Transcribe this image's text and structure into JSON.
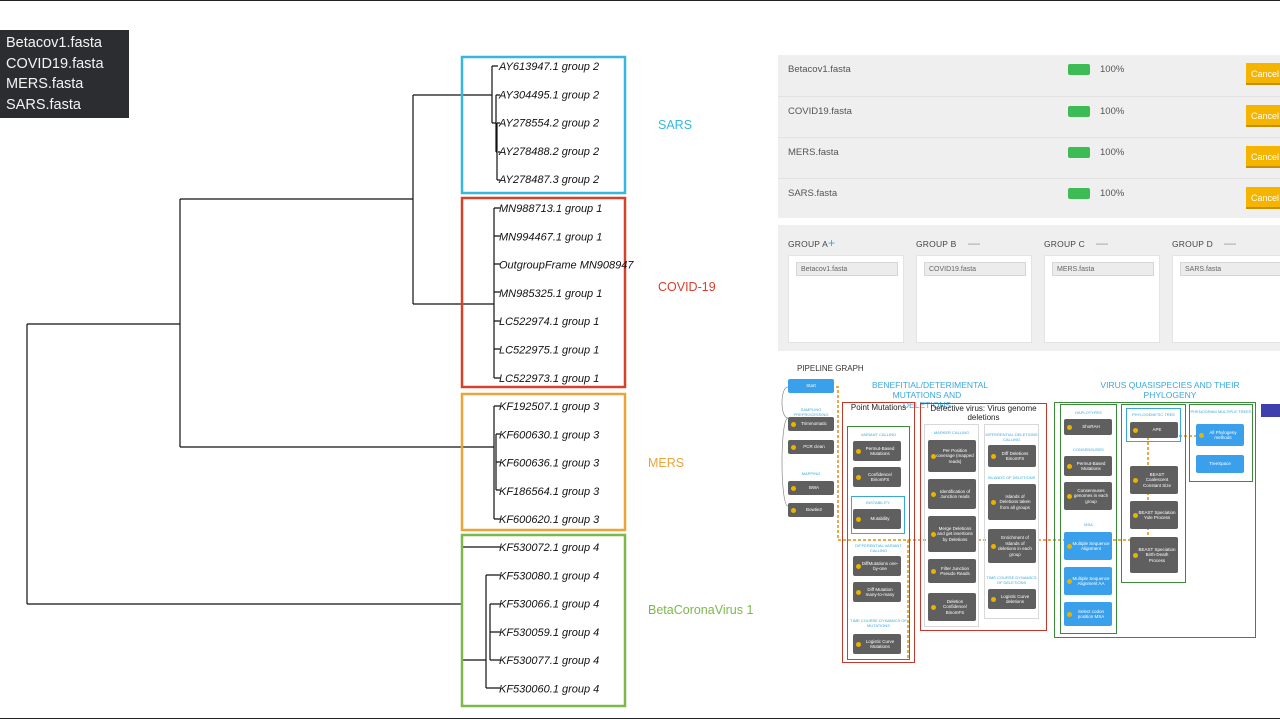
{
  "file_list": [
    "Betacov1.fasta",
    "COVID19.fasta",
    "MERS.fasta",
    "SARS.fasta"
  ],
  "tree": {
    "groups": [
      {
        "label": "SARS",
        "color": "#36b7e0",
        "leaves": [
          "AY613947.1 group 2",
          "AY304495.1 group 2",
          "AY278554.2 group 2",
          "AY278488.2 group 2",
          "AY278487.3 group 2"
        ]
      },
      {
        "label": "COVID-19",
        "color": "#d8402b",
        "leaves": [
          "MN988713.1 group 1",
          "MN994467.1 group 1",
          "OutgroupFrame MN908947",
          "MN985325.1 group 1",
          "LC522974.1 group 1",
          "LC522975.1 group 1",
          "LC522973.1 group 1"
        ]
      },
      {
        "label": "MERS",
        "color": "#e9a43a",
        "leaves": [
          "KF192507.1 group 3",
          "KF600630.1 group 3",
          "KF600636.1 group 3",
          "KF186564.1 group 3",
          "KF600620.1 group 3"
        ]
      },
      {
        "label": "BetaCoronaVirus 1",
        "color": "#7cb84b",
        "leaves": [
          "KF530072.1 group 4",
          "KF530080.1 group 4",
          "KF530066.1 group 4",
          "KF530059.1 group 4",
          "KF530077.1 group 4",
          "KF530060.1 group 4"
        ]
      }
    ]
  },
  "uploads": {
    "rows": [
      {
        "name": "Betacov1.fasta",
        "percent": "100%",
        "cancel": "Cancel"
      },
      {
        "name": "COVID19.fasta",
        "percent": "100%",
        "cancel": "Cancel"
      },
      {
        "name": "MERS.fasta",
        "percent": "100%",
        "cancel": "Cancel"
      },
      {
        "name": "SARS.fasta",
        "percent": "100%",
        "cancel": "Cancel"
      }
    ]
  },
  "groups": [
    {
      "label": "GROUP A",
      "symbol": "+",
      "file": "Betacov1.fasta"
    },
    {
      "label": "GROUP B",
      "symbol": "—",
      "file": "COVID19.fasta"
    },
    {
      "label": "GROUP C",
      "symbol": "—",
      "file": "MERS.fasta"
    },
    {
      "label": "GROUP D",
      "symbol": "—",
      "file": "SARS.fasta"
    }
  ],
  "pipeline": {
    "title": "PIPELINE GRAPH",
    "start": "Start",
    "sections": {
      "beneficial": "BENEFITIAL/DETERIMENTAL MUTATIONS AND DELETIONS",
      "quasispecies": "VIRUS QUASISPECIES AND THEIR PHYLOGENY"
    },
    "preproc": {
      "cat": "SAMPLING PREPROCESSING",
      "nodes": [
        "Trimmomatic",
        "PCR clean"
      ],
      "mapping_cat": "MAPPING",
      "mapping": [
        "BWA",
        "Bowtie2"
      ]
    },
    "point": {
      "title": "Point Mutations",
      "variant_cat": "VARIANT CALLING",
      "variant": [
        "Permut-Based Mutations",
        "Confidence/ BinomFS"
      ],
      "instab_cat": "INSTABILITY",
      "instab": [
        "Mutability"
      ],
      "diff_cat": "DIFFERENTIAL VARIANT CALLING",
      "diff": [
        "DiffMutations one-by-one",
        "Diff Mutation many-to-many"
      ],
      "time_cat": "TIME COURSE DYNAMICS OF MUTATIONS",
      "time": [
        "Logistic Curve Mutations"
      ]
    },
    "defective": {
      "title": "Defective virus: Virus genome deletions",
      "marker_cat": "MARKER CALLING",
      "marker": [
        "Per Position coverage (mapped reads)",
        "Identification of Junction reads",
        "Merge Deletions and get insertions by Deletions",
        "Filter Junction Pseudo Reads",
        "Deletion Confidence/ BinomFS"
      ],
      "diff_cat": "DIFFERENTIAL DELETIONS CALLING",
      "diff": [
        "Diff Deletions BinomFS"
      ],
      "islands_cat": "ISLANDS OF DELETIONS",
      "islands": [
        "Islands of Deletions taken from all groups",
        "Enrichment of Islands of deletions in each group"
      ],
      "time_cat": "TIME COURSE DYNAMICS OF DELETIONS",
      "time": [
        "Logistic Curve deletions"
      ]
    },
    "quasi": {
      "haplo_cat": "HAPLOTYPES",
      "haplo": [
        "ShoRAH"
      ],
      "consensus_cat": "CONSENSUSES",
      "consensus": [
        "Permut-Based Mutations",
        "Consensuses genomes in each group"
      ],
      "msa_cat": "MSA",
      "msa": [
        "Multiple Sequence Alignment",
        "Multiple Sequence Alignment AA",
        "Select codon position MSA"
      ],
      "phylo_cat": "PHYLOGENETIC TREE",
      "phylo": [
        "APE",
        "BEAST Coalescent Constant Size",
        "BEAST Speciation Yule Process",
        "BEAST Speciation Birth-Death Process"
      ],
      "hist_cat": "PHENOGRAM MULTIPLE TREES",
      "hist": [
        "All Phylogeny methods",
        "TreeSpace"
      ]
    }
  }
}
